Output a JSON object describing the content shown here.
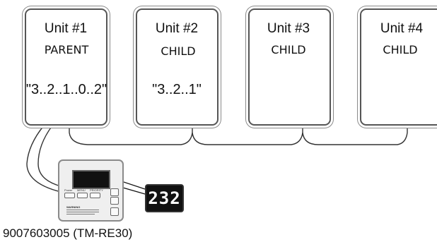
{
  "units": [
    {
      "label": "Unit #1",
      "role": "PARENT",
      "code": "\"3..2..1..0..2\""
    },
    {
      "label": "Unit #2",
      "role": "CHILD",
      "code": "\"3..2..1\""
    },
    {
      "label": "Unit #3",
      "role": "CHILD",
      "code": ""
    },
    {
      "label": "Unit #4",
      "role": "CHILD",
      "code": ""
    }
  ],
  "remote": {
    "readout": "232",
    "model_label": "9007603005 (TM-RE30)",
    "button_labels": [
      "Power",
      "MENU",
      "PRIORITY"
    ],
    "warning_text": "WARNING"
  }
}
